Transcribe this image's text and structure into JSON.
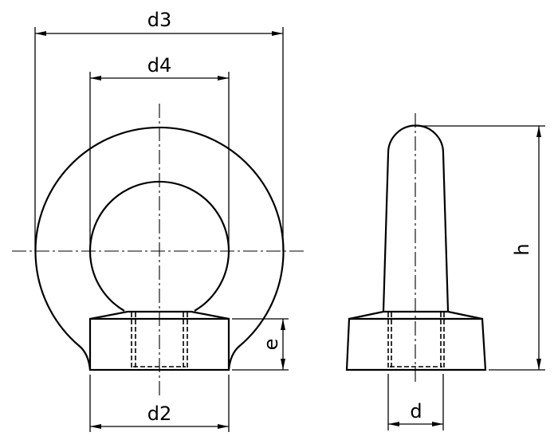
{
  "labels": {
    "d3": "d3",
    "d4": "d4",
    "d2": "d2",
    "e": "e",
    "h": "h",
    "d": "d"
  },
  "colors": {
    "line": "#000000",
    "background": "#ffffff"
  }
}
